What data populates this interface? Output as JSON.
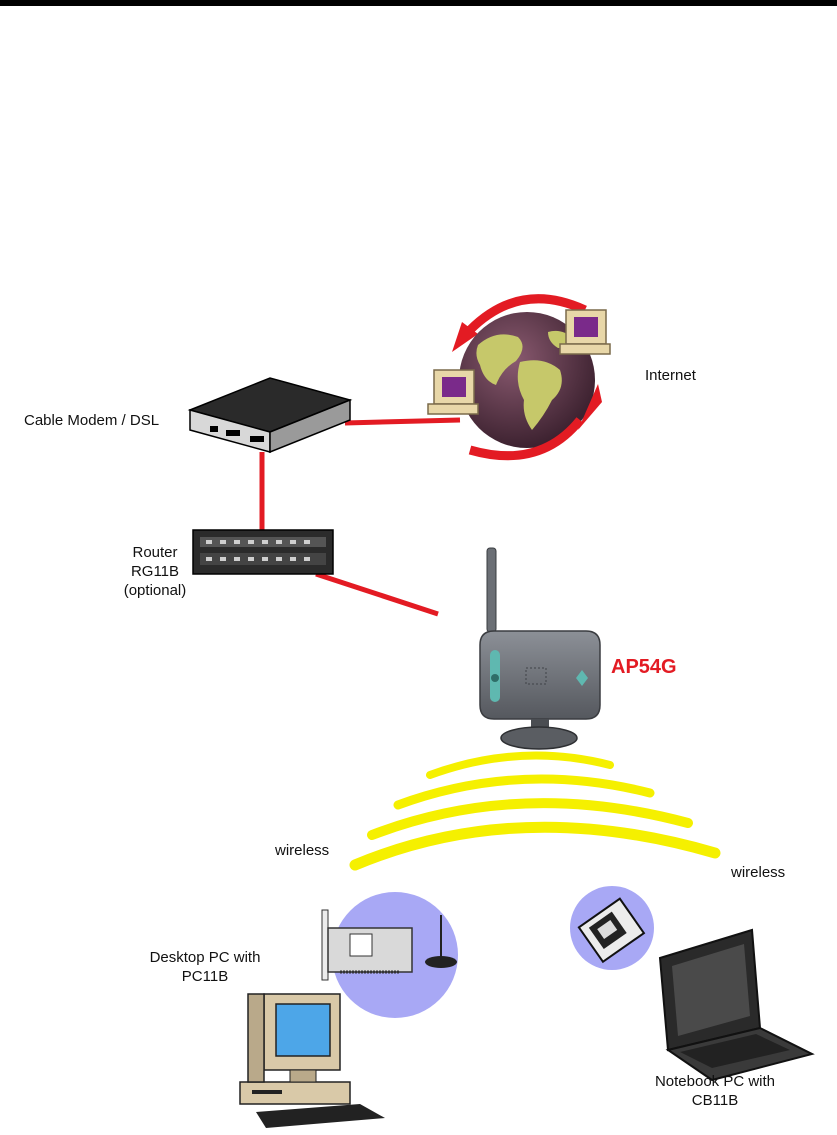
{
  "labels": {
    "internet": "Internet",
    "cable_modem": "Cable Modem / DSL",
    "router_line1": "Router",
    "router_line2": "RG11B",
    "router_line3": "(optional)",
    "access_point": "AP54G",
    "wireless_left": "wireless",
    "wireless_right": "wireless",
    "desktop_line1": "Desktop PC with",
    "desktop_line2": "PC11B",
    "notebook_line1": "Notebook PC with",
    "notebook_line2": "CB11B"
  },
  "colors": {
    "connection": "#e31b23",
    "wireless_wave": "#f5f000",
    "product_label": "#e31b23",
    "highlight_circle": "#a8a8f5"
  },
  "icons": [
    "globe-icon",
    "modem-icon",
    "router-icon",
    "access-point-icon",
    "pci-card-icon",
    "pc-card-icon",
    "desktop-pc-icon",
    "notebook-pc-icon"
  ]
}
